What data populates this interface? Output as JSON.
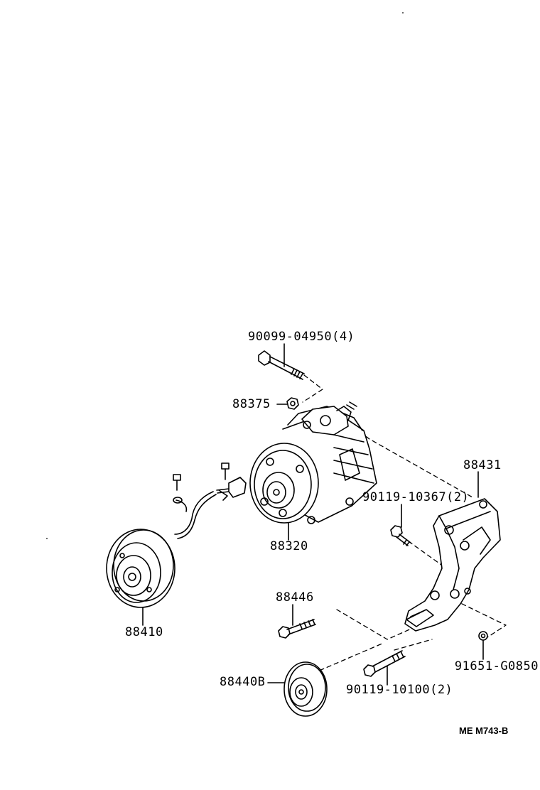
{
  "labels": {
    "p90099": "90099-04950(4)",
    "p88375": "88375",
    "p88431": "88431",
    "p90119a": "90119-10367(2)",
    "p88320": "88320",
    "p88446": "88446",
    "p88410": "88410",
    "p91651": "91651-G0850",
    "p88440": "88440B",
    "p90119b": "90119-10100(2)",
    "code": "ME M743-B"
  }
}
